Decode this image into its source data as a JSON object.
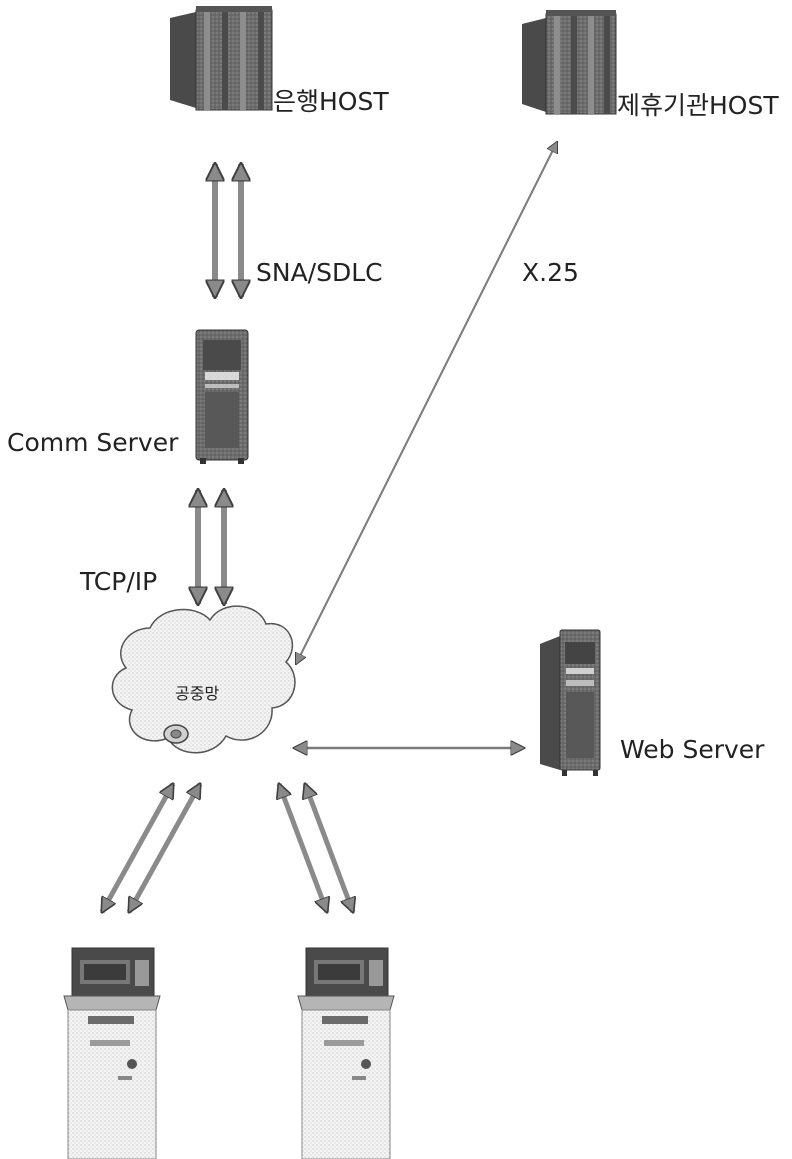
{
  "nodes": {
    "bank_host": {
      "label": "은행HOST",
      "icon": "mainframe-server-icon"
    },
    "partner_host": {
      "label": "제휴기관HOST",
      "icon": "mainframe-server-icon"
    },
    "comm_server": {
      "label": "Comm Server",
      "icon": "tower-server-icon"
    },
    "public_network": {
      "label": "공중망",
      "icon": "cloud-icon"
    },
    "web_server": {
      "label": "Web Server",
      "icon": "tower-server-icon"
    },
    "atm_left": {
      "label": "",
      "icon": "atm-kiosk-icon"
    },
    "atm_right": {
      "label": "",
      "icon": "atm-kiosk-icon"
    }
  },
  "links": {
    "host_comm": {
      "label": "SNA/SDLC"
    },
    "comm_network": {
      "label": "TCP/IP"
    },
    "network_partner": {
      "label": "X.25"
    }
  },
  "colors": {
    "arrow_fill": "#8a8a8a",
    "arrow_stroke": "#3f3f3f",
    "server_body": "#6d6d6d",
    "server_dark": "#3a3a3a",
    "atm_body": "#e4e4e4",
    "cloud_fill": "#f3f3f3"
  }
}
